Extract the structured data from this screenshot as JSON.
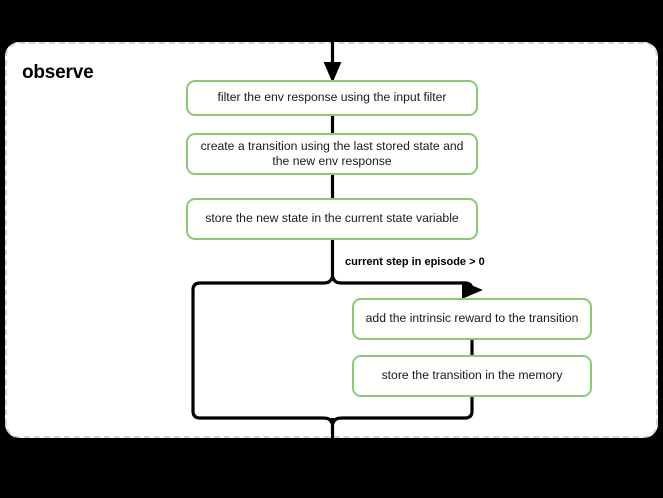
{
  "diagram": {
    "background_color": "#000000",
    "group": {
      "title": "observe",
      "border_color": "#d4d4d4",
      "fill_color": "#ffffff"
    },
    "node_border_color": "#8cc878",
    "edge_color": "#000000",
    "nodes": [
      {
        "id": "filter",
        "label": "filter the env response using the input filter"
      },
      {
        "id": "create",
        "label": "create a transition using the last stored state and the new env response"
      },
      {
        "id": "store_state",
        "label": "store the new state in the current state variable"
      },
      {
        "id": "intrinsic",
        "label": "add the intrinsic reward to the transition"
      },
      {
        "id": "store_memory",
        "label": "store the transition in the memory"
      }
    ],
    "edge_labels": [
      {
        "id": "condition",
        "label": "current step in episode > 0"
      }
    ]
  }
}
